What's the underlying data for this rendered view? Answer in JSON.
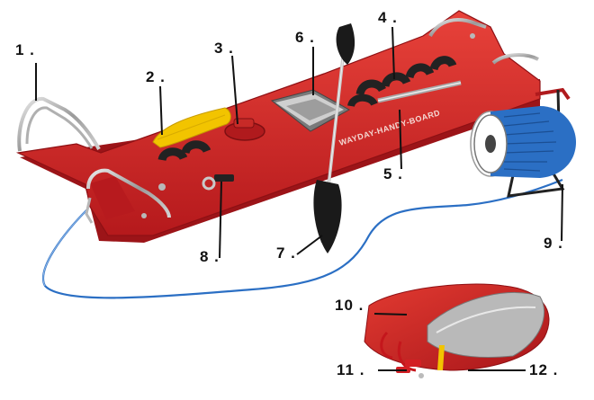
{
  "labels": {
    "l1": "1 .",
    "l2": "2 .",
    "l3": "3 .",
    "l4": "4 .",
    "l5": "5 .",
    "l6": "6 .",
    "l7": "7 .",
    "l8": "8 .",
    "l9": "9 .",
    "l10": "10 .",
    "l11": "11 .",
    "l12": "12 ."
  },
  "board_text": "WAYDAY-HANDY-BOARD",
  "colors": {
    "board": "#d82a23",
    "board_dark": "#a8161a",
    "rope": "#2b6fc4",
    "metal": "#c9c9c9",
    "paddle": "#1a1a1a",
    "float": "#f2c400"
  }
}
